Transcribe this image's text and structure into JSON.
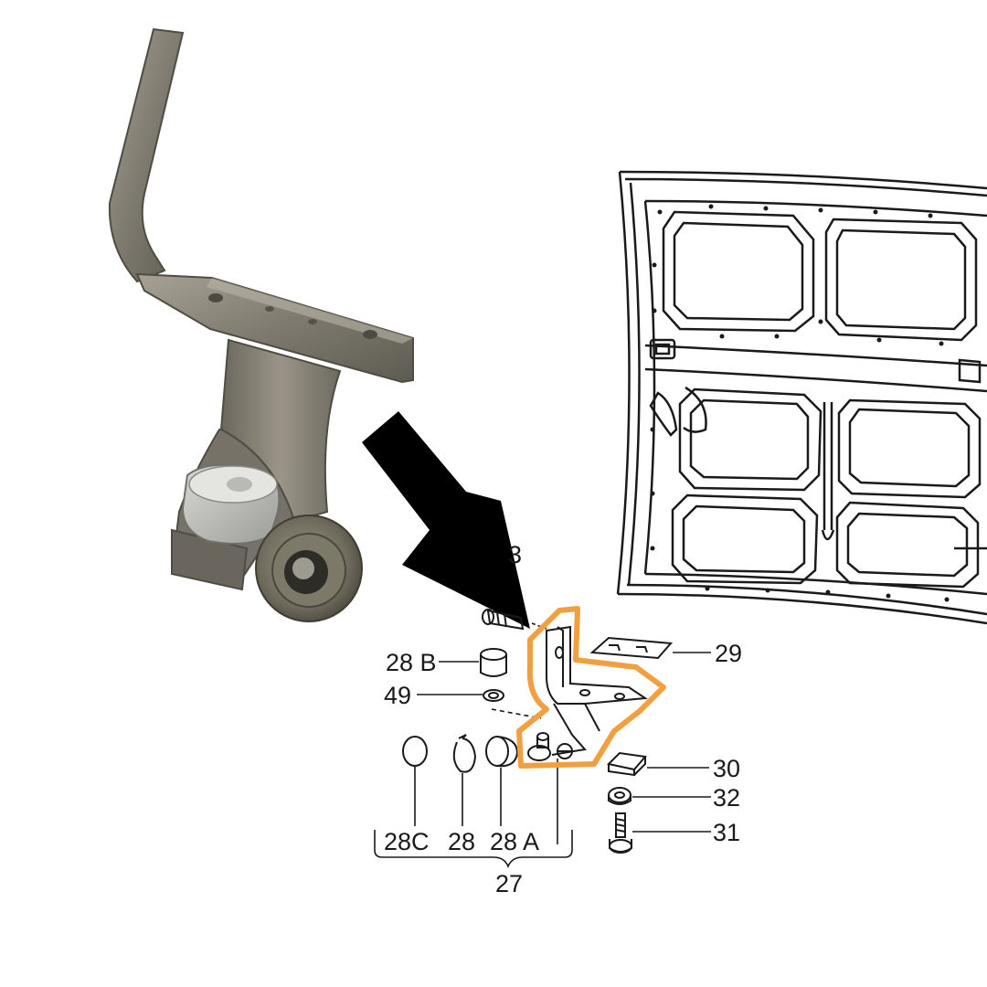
{
  "labels": {
    "part_28b": "28 B",
    "part_49": "49",
    "part_28c": "28C",
    "part_28": "28",
    "part_28a": "28 A",
    "part_27": "27",
    "part_29": "29",
    "part_30": "30",
    "part_32": "32",
    "part_31": "31",
    "part_partial_top": "3"
  },
  "colors": {
    "highlight": "#f0a040",
    "metal_dark": "#6e6a60",
    "metal_mid": "#8d887c",
    "metal_light": "#b5b0a4",
    "arrow": "#000000",
    "line_art": "#1a1a1a"
  },
  "icons": {
    "arrow": "arrow-pointer-icon"
  }
}
